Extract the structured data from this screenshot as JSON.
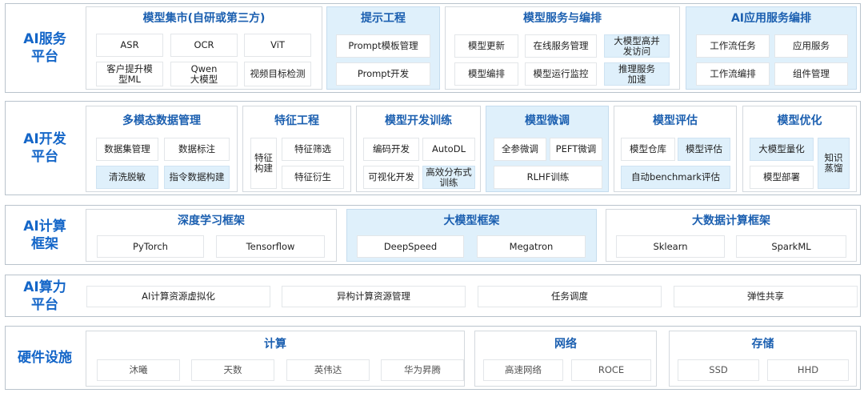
{
  "layers": [
    {
      "label": "AI服务\n平台",
      "panels": [
        {
          "title": "模型集市(自研或第三方)",
          "boxes": [
            "ASR",
            "OCR",
            "ViT",
            "客户提升模\n型ML",
            "Qwen\n大模型",
            "视频目标检测"
          ]
        },
        {
          "title": "提示工程",
          "boxes": [
            "Prompt模板管理",
            "Prompt开发"
          ]
        },
        {
          "title": "模型服务与编排",
          "boxes": [
            "模型更新",
            "在线服务管理",
            "大模型高并\n发访问",
            "模型编排",
            "模型运行监控",
            "推理服务\n加速"
          ]
        },
        {
          "title": "AI应用服务编排",
          "boxes": [
            "工作流任务",
            "应用服务",
            "工作流编排",
            "组件管理"
          ]
        }
      ]
    },
    {
      "label": "AI开发\n平台",
      "panels": [
        {
          "title": "多模态数据管理",
          "boxes": [
            "数据集管理",
            "数据标注",
            "清洗脱敏",
            "指令数据构建"
          ]
        },
        {
          "title": "特征工程",
          "boxes": [
            "特征\n构建",
            "特征筛选",
            "特征衍生"
          ]
        },
        {
          "title": "模型开发训练",
          "boxes": [
            "编码开发",
            "AutoDL",
            "可视化开发",
            "高效分布式\n训练"
          ]
        },
        {
          "title": "模型微调",
          "boxes": [
            "全参微调",
            "PEFT微调",
            "RLHF训练"
          ]
        },
        {
          "title": "模型评估",
          "boxes": [
            "模型仓库",
            "模型评估",
            "自动benchmark评估"
          ]
        },
        {
          "title": "模型优化",
          "boxes": [
            "大模型量化",
            "模型部署",
            "知识\n蒸馏"
          ]
        }
      ]
    },
    {
      "label": "AI计算\n框架",
      "panels": [
        {
          "title": "深度学习框架",
          "boxes": [
            "PyTorch",
            "Tensorflow"
          ]
        },
        {
          "title": "大模型框架",
          "boxes": [
            "DeepSpeed",
            "Megatron"
          ]
        },
        {
          "title": "大数据计算框架",
          "boxes": [
            "Sklearn",
            "SparkML"
          ]
        }
      ]
    },
    {
      "label": "AI算力\n平台",
      "boxes": [
        "AI计算资源虚拟化",
        "异构计算资源管理",
        "任务调度",
        "弹性共享"
      ]
    },
    {
      "label": "硬件设施",
      "panels": [
        {
          "title": "计算",
          "boxes": [
            "沐曦",
            "天数",
            "英伟达",
            "华为昇腾"
          ]
        },
        {
          "title": "网络",
          "boxes": [
            "高速网络",
            "ROCE"
          ]
        },
        {
          "title": "存储",
          "boxes": [
            "SSD",
            "HHD"
          ]
        }
      ]
    }
  ]
}
